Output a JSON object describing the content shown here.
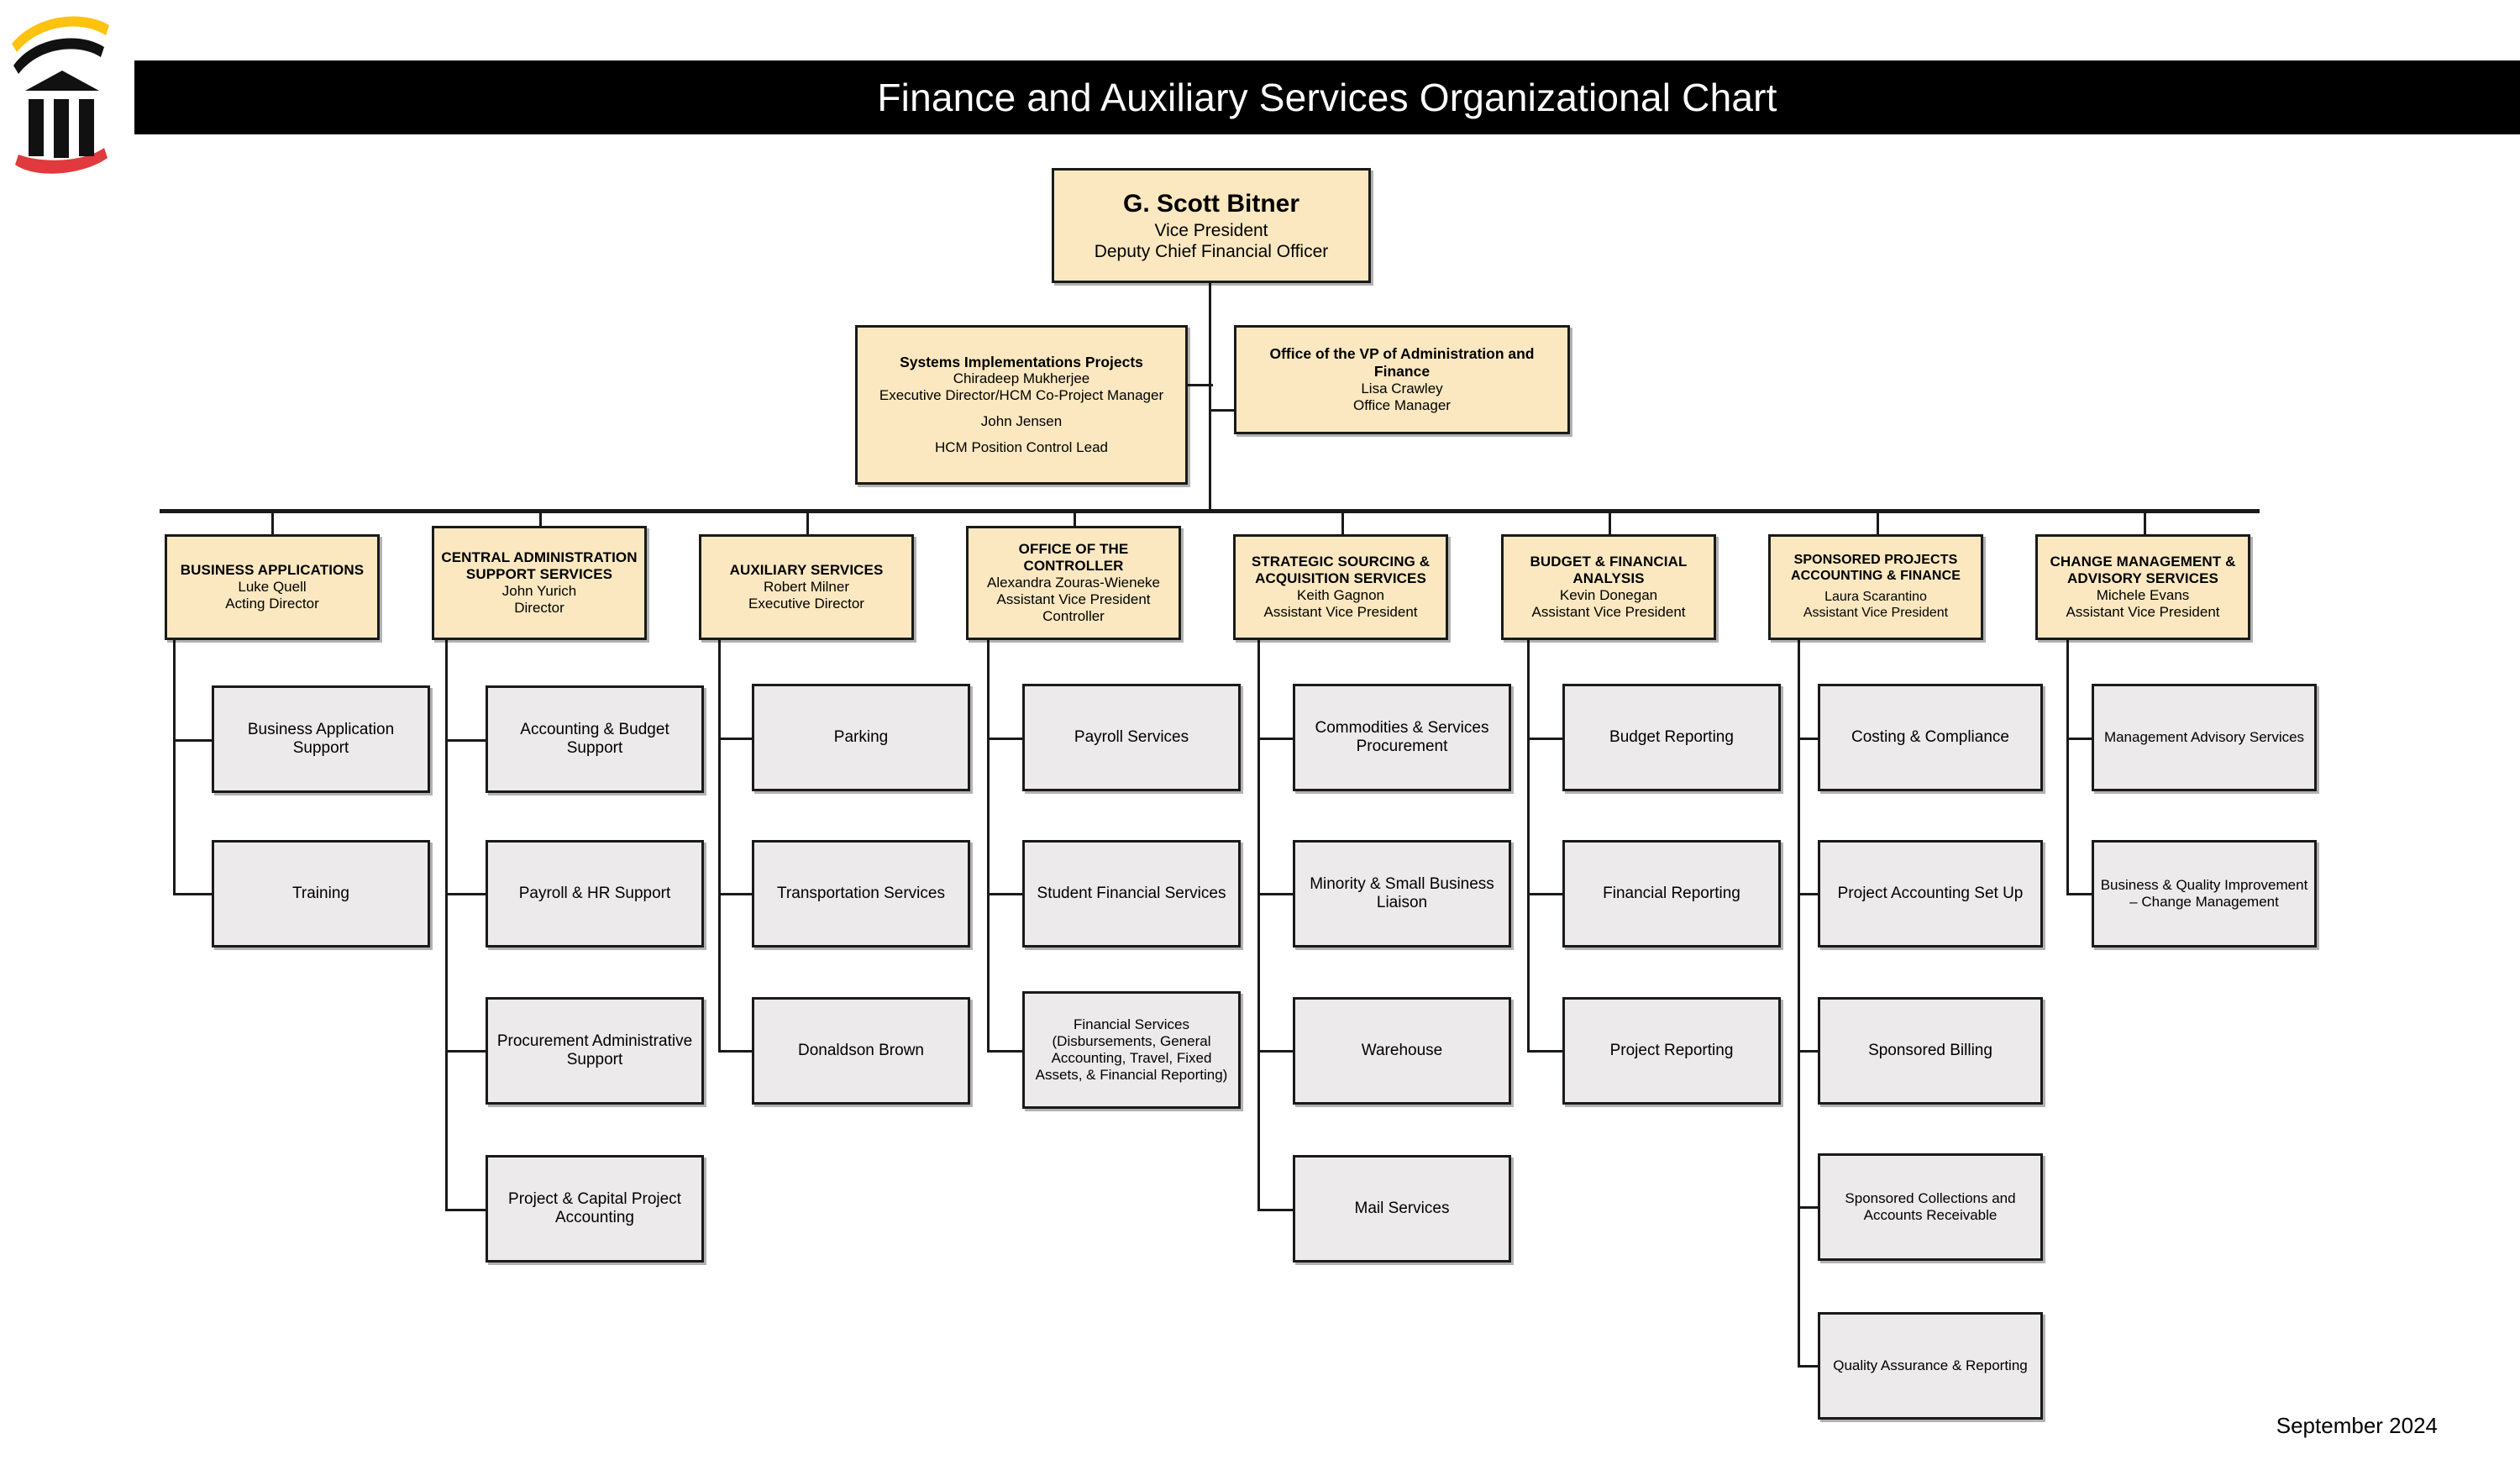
{
  "header": {
    "title": "Finance and Auxiliary Services Organizational Chart",
    "logo_name": "university-columns-logo"
  },
  "footer": {
    "date": "September 2024"
  },
  "colors": {
    "title_bar_bg": "#000000",
    "title_text": "#ffffff",
    "executive_box_bg": "#fbe8c0",
    "unit_box_bg": "#eceaea",
    "border": "#1a1a1a",
    "logo_gold": "#ffc20e",
    "logo_red": "#e03a3e",
    "logo_black": "#111111"
  },
  "root": {
    "name": "G. Scott Bitner",
    "title1": "Vice President",
    "title2": "Deputy Chief Financial Officer"
  },
  "staff": [
    {
      "heading": "Systems Implementations Projects",
      "lines": [
        "Chiradeep Mukherjee",
        "Executive Director/HCM Co-Project Manager",
        "",
        "John Jensen",
        "",
        "HCM Position Control Lead"
      ]
    },
    {
      "heading": "Office of the VP of Administration and Finance",
      "lines": [
        "Lisa Crawley",
        "Office Manager"
      ]
    }
  ],
  "departments": [
    {
      "heading": "BUSINESS APPLICATIONS",
      "person": "Luke Quell",
      "role": "Acting Director",
      "units": [
        "Business Application Support",
        "Training"
      ]
    },
    {
      "heading": "CENTRAL ADMINISTRATION SUPPORT SERVICES",
      "person": "John Yurich",
      "role": "Director",
      "units": [
        "Accounting & Budget Support",
        "Payroll & HR Support",
        "Procurement Administrative Support",
        "Project & Capital Project Accounting"
      ]
    },
    {
      "heading": "AUXILIARY SERVICES",
      "person": "Robert Milner",
      "role": "Executive Director",
      "units": [
        "Parking",
        "Transportation Services",
        "Donaldson Brown"
      ]
    },
    {
      "heading": "OFFICE OF THE CONTROLLER",
      "person": "Alexandra Zouras-Wieneke",
      "role": "Assistant Vice President",
      "role2": "Controller",
      "units": [
        "Payroll Services",
        "Student Financial Services",
        "Financial Services (Disbursements, General Accounting, Travel, Fixed Assets, & Financial Reporting)"
      ]
    },
    {
      "heading": "STRATEGIC SOURCING & ACQUISITION SERVICES",
      "person": "Keith Gagnon",
      "role": "Assistant Vice President",
      "units": [
        "Commodities & Services Procurement",
        "Minority & Small Business Liaison",
        "Warehouse",
        "Mail Services"
      ]
    },
    {
      "heading": "BUDGET & FINANCIAL ANALYSIS",
      "person": "Kevin Donegan",
      "role": "Assistant Vice President",
      "units": [
        "Budget Reporting",
        "Financial Reporting",
        "Project Reporting"
      ]
    },
    {
      "heading": "SPONSORED PROJECTS ACCOUNTING & FINANCE",
      "person": "Laura Scarantino",
      "role": "Assistant Vice President",
      "units": [
        "Costing & Compliance",
        "Project Accounting Set Up",
        "Sponsored Billing",
        "Sponsored Collections and Accounts Receivable",
        "Quality Assurance & Reporting"
      ]
    },
    {
      "heading": "CHANGE MANAGEMENT & ADVISORY SERVICES",
      "person": "Michele Evans",
      "role": "Assistant Vice President",
      "units": [
        "Management Advisory Services",
        "Business & Quality Improvement – Change Management"
      ]
    }
  ]
}
